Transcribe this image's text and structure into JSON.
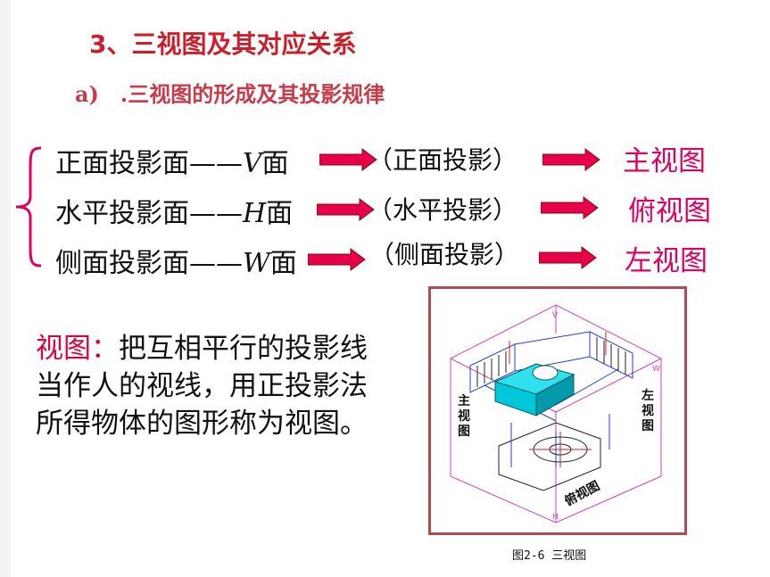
{
  "title": "3、三视图及其对应关系",
  "subtitle": "a)　.三视图的形成及其投影规律",
  "rows": [
    {
      "plane": "正面投影面——",
      "symbol": "V",
      "suffix": "面",
      "projection": "（正面投影）",
      "view": "主视图"
    },
    {
      "plane": "水平投影面——",
      "symbol": "H",
      "suffix": "面",
      "projection": "（水平投影）",
      "view": "俯视图"
    },
    {
      "plane": "侧面投影面——",
      "symbol": "W",
      "suffix": "面",
      "projection": "（侧面投影）",
      "view": "左视图"
    }
  ],
  "definition": {
    "term": "视图：",
    "text": "把互相平行的投影线当作人的视线，用正投影法所得物体的图形称为视图。"
  },
  "figure": {
    "labels": {
      "front": "主视图",
      "left": "左视图",
      "top": "俯视图",
      "axis_v": "V",
      "axis_w": "W",
      "axis_h": "H"
    },
    "caption": "图2-6 三视图"
  },
  "colors": {
    "title": "#cc1f2c",
    "accent": "#e00060",
    "arrow": "#e8004a",
    "frame": "#b24a52"
  }
}
